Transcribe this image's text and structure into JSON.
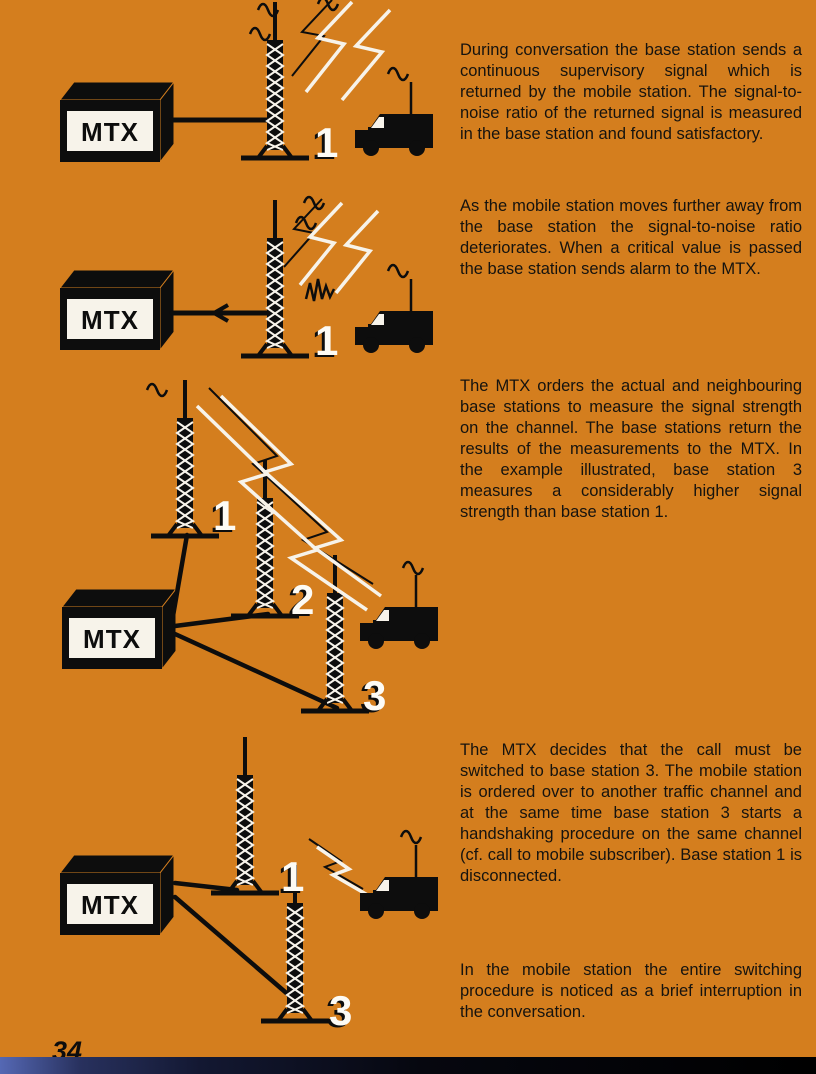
{
  "page": {
    "page_number": "34",
    "colors": {
      "background": "#d47e1e",
      "ink": "#0d0d0d",
      "paper_white": "#f7f3ea"
    }
  },
  "panels": [
    {
      "mtx": "MTX",
      "numbers": {
        "t1": "1"
      }
    },
    {
      "mtx": "MTX",
      "numbers": {
        "t1": "1"
      }
    },
    {
      "mtx": "MTX",
      "numbers": {
        "t1": "1",
        "t2": "2",
        "t3": "3"
      }
    },
    {
      "mtx": "MTX",
      "numbers": {
        "t1": "1",
        "t3": "3"
      }
    }
  ],
  "paragraphs": [
    "During conversation the base station sends a continuous supervisory signal which is returned by the mobile station. The signal-to-noise ratio of the returned signal is measured in the base station and found satisfactory.",
    "As the mobile station moves further away from the base station the signal-to-noise ratio deteriorates. When a critical value is passed the base station sends alarm to the MTX.",
    "The MTX orders the actual and neighbouring base stations to measure the signal strength on the channel. The base stations return the results of the measurements to the MTX. In the example illustrated, base station 3 measures a considerably higher signal strength than base station 1.",
    "The MTX decides that the call must be switched to base station 3. The mobile station is ordered over to another traffic channel and at the same time base station 3 starts a handshaking procedure on the same channel (cf. call to mobile subscriber). Base station 1 is disconnected.",
    "In the mobile station the entire switching procedure is noticed as a brief interruption in the conversation."
  ]
}
